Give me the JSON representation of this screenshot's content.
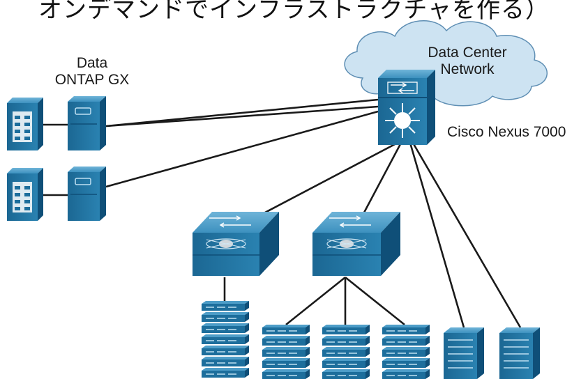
{
  "caption": "オンデマンドでインフラストラクチャを作る）",
  "cloud": {
    "line1": "Data Center",
    "line2": "Network"
  },
  "storage": {
    "line1": "Data",
    "line2": "ONTAP GX"
  },
  "core_switch": {
    "label": "Cisco Nexus 7000"
  },
  "colors": {
    "device": "#1d6e9c",
    "device_light": "#3f97c2",
    "device_dark": "#0f4f78",
    "cloud": "#cde3f2",
    "link": "#1a1a1a"
  }
}
